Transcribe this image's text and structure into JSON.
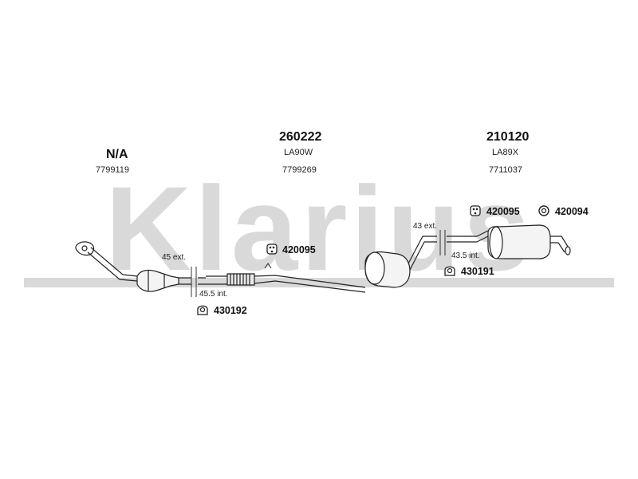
{
  "watermark": {
    "text": "Klarius"
  },
  "groups": [
    {
      "code": "N/A",
      "ref": "",
      "oe": "7799119"
    },
    {
      "code": "260222",
      "ref": "LA90W",
      "oe": "7799269"
    },
    {
      "code": "210120",
      "ref": "LA89X",
      "oe": "7711037"
    }
  ],
  "parts": {
    "clamp_a": "430192",
    "clamp_b": "430191",
    "hanger_a": "420095",
    "hanger_b": "420095",
    "hanger_c": "420094"
  },
  "dimensions": {
    "front_ext": "45 ext.",
    "front_int": "45.5 int.",
    "rear_ext": "43 ext.",
    "rear_int": "43.5 int."
  },
  "colors": {
    "line": "#222222",
    "watermark": "#d9d9d9",
    "fill": "#f4f4f4"
  }
}
